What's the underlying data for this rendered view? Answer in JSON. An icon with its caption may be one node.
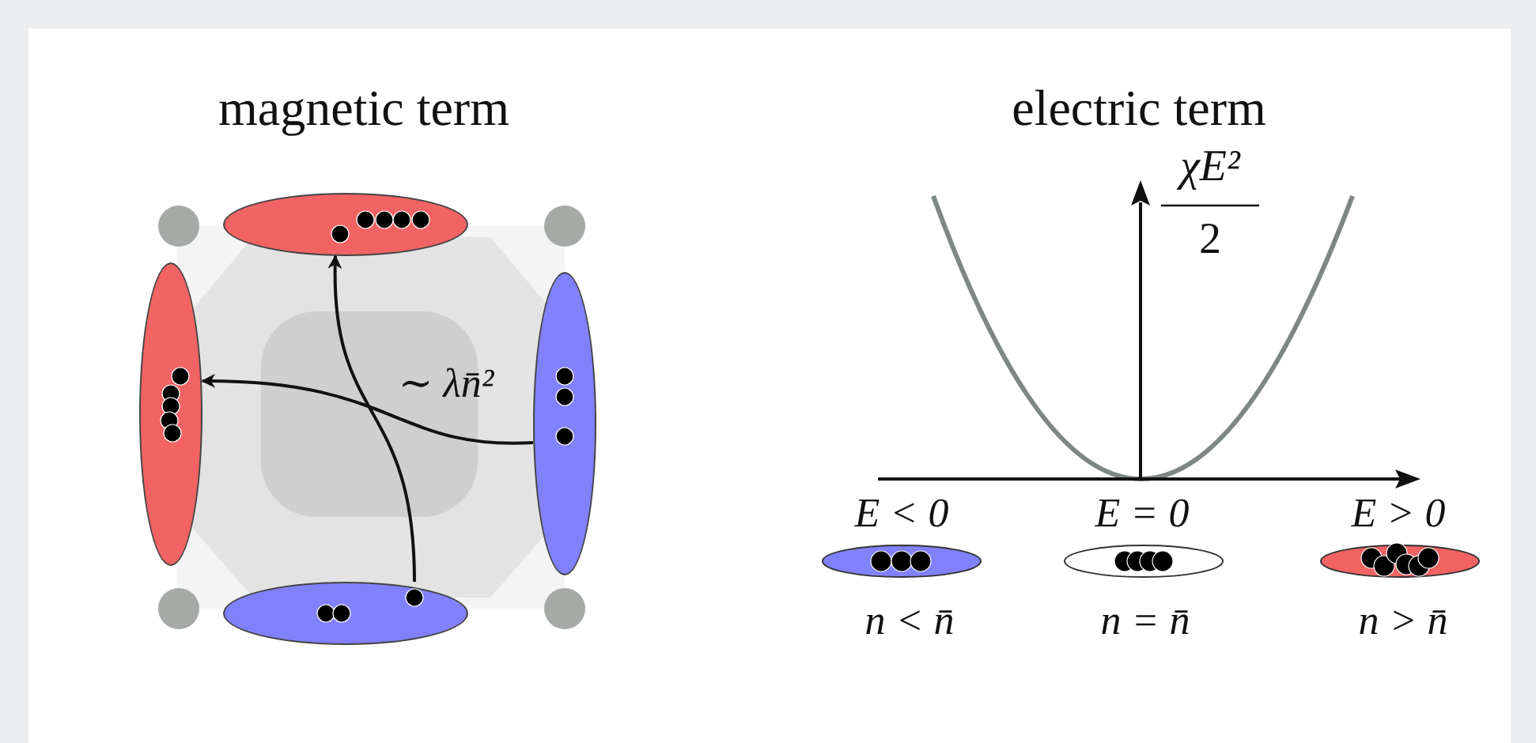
{
  "diagram": {
    "nodes": [
      {
        "text": [],
        "shape": "ellipse"
      },
      {
        "text": [],
        "shape": "ellipse"
      },
      {
        "text": [],
        "shape": "ellipse"
      },
      {
        "text": [],
        "shape": "ellipse"
      }
    ],
    "edges": [
      {
        "from": 3,
        "to": 0,
        "arrow": "to"
      },
      {
        "from": 2,
        "to": 1,
        "arrow": "to"
      }
    ],
    "labels": [
      "magnetic term",
      "electric term",
      "χE²",
      "2",
      "∼ λn̄²",
      "E < 0",
      "E = 0",
      "E > 0",
      "n < n̄",
      "n = n̄",
      "n > n̄"
    ]
  }
}
